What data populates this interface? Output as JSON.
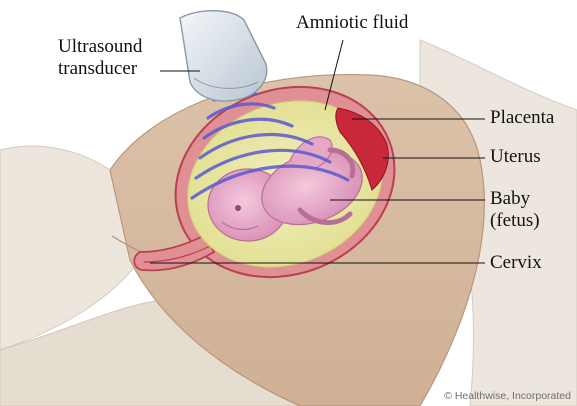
{
  "labels": {
    "transducer_line1": "Ultrasound",
    "transducer_line2": "transducer",
    "amniotic_fluid": "Amniotic fluid",
    "placenta": "Placenta",
    "uterus": "Uterus",
    "baby_line1": "Baby",
    "baby_line2": "(fetus)",
    "cervix": "Cervix"
  },
  "copyright": "© Healthwise, Incorporated",
  "colors": {
    "skin": "#d9bea6",
    "skin_shadow": "#c8a68c",
    "gown": "#ece6de",
    "uterus_wall": "#e08f95",
    "uterus_edge": "#b84050",
    "placenta": "#c8283a",
    "amniotic_fluid": "#e9e7a3",
    "fetus": "#e7a8c8",
    "sound_waves": "#5a5ad0",
    "transducer": "#dfe6ee",
    "leader_line": "#111111"
  }
}
